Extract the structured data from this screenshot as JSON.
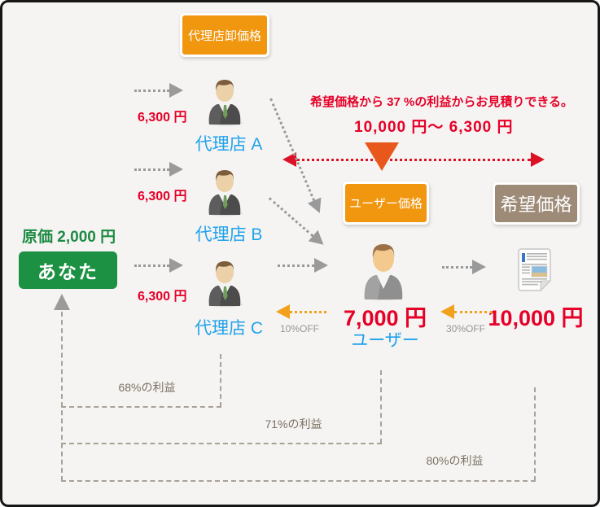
{
  "labels": {
    "wholesale_box": "代理店卸価格",
    "user_price_box": "ユーザー価格",
    "desired_price_box": "希望価格",
    "you_box": "あなた",
    "you_cost": "原価 2,000 円"
  },
  "agents": [
    {
      "name": "代理店 A",
      "price": "6,300 円"
    },
    {
      "name": "代理店 B",
      "price": "6,300 円"
    },
    {
      "name": "代理店 C",
      "price": "6,300 円"
    }
  ],
  "user": {
    "name": "ユーザー",
    "price": "7,000 円",
    "discount": "10%OFF"
  },
  "quote": {
    "price": "10,000 円",
    "discount": "30%OFF"
  },
  "note": {
    "line1": "希望価格から 37 %の利益からお見積りできる。",
    "line2": "10,000 円〜 6,300 円"
  },
  "profits": [
    "68%の利益",
    "71%の利益",
    "80%の利益"
  ],
  "colors": {
    "orange_box": "#F0960F",
    "brown_box": "#9D8A77",
    "green_box": "#1C9143",
    "red_text": "#E60028",
    "blue_text": "#1FA2EC",
    "gray_arrow": "#9A9A9A",
    "orange_arrow": "#F2A11D",
    "red_arrow": "#DD1126",
    "down_triangle": "#E8581C",
    "background": "#F5F4F2"
  }
}
